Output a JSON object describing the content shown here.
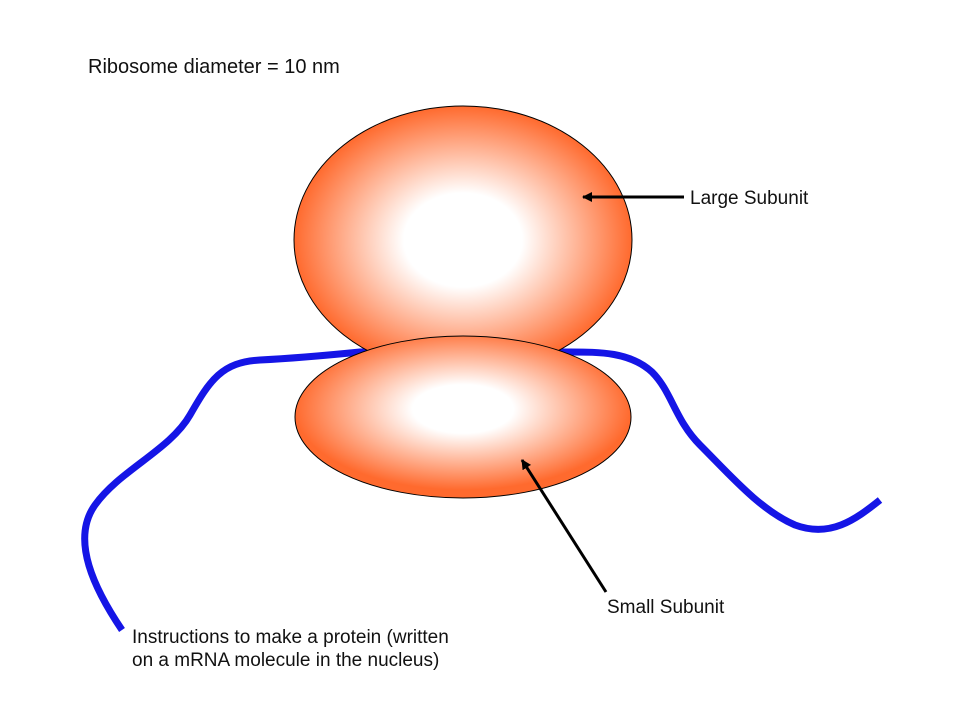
{
  "title": "Ribosome diameter = 10 nm",
  "labels": {
    "large_subunit": "Large Subunit",
    "small_subunit": "Small Subunit",
    "instructions_line1": "Instructions to make a protein (written",
    "instructions_line2": "on a mRNA molecule in the nucleus)"
  },
  "colors": {
    "subunit_fill_edge": "#ff6a2e",
    "subunit_fill_center": "#ffffff",
    "mrna_strand": "#1515e6",
    "arrow": "#000000",
    "outline": "#000000"
  }
}
